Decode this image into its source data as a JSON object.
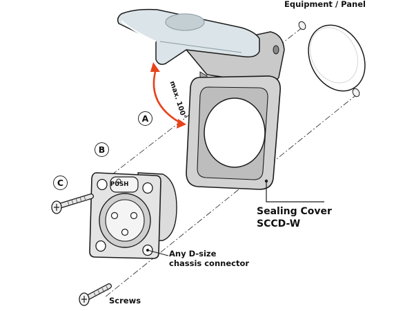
{
  "labels": {
    "equipment_panel": "Equipment / Panel",
    "sealing_cover_line1": "Sealing Cover",
    "sealing_cover_line2": "SCCD-W",
    "connector_line1": "Any D-size",
    "connector_line2": "chassis connector",
    "screws": "Screws",
    "angle": "max. 100°",
    "push": "PUSH"
  },
  "markers": {
    "a": "A",
    "b": "B",
    "c": "C"
  },
  "colors": {
    "arrow": "#e8431a",
    "lid": "#dbe4e8",
    "cover_body": "#d2d2d2",
    "outline": "#1a1a1a"
  }
}
